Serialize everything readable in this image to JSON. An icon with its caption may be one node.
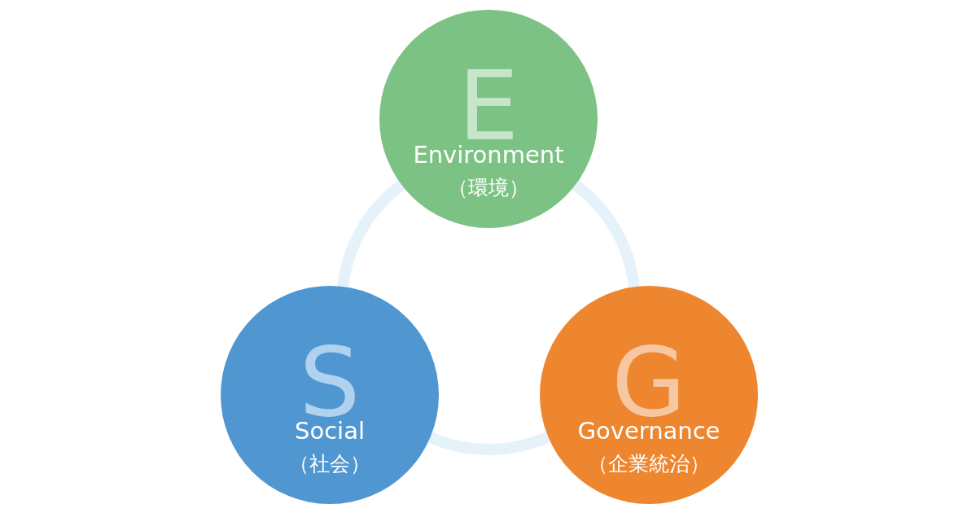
{
  "diagram": {
    "nodes": [
      {
        "text": [
          "E",
          "Environment",
          "（環境）"
        ]
      },
      {
        "text": [
          "S",
          "Social",
          "（社会）"
        ]
      },
      {
        "text": [
          "G",
          "Governance",
          "（企業統治）"
        ]
      }
    ],
    "edges": [
      {
        "from": 0,
        "to": 2,
        "arrow": "none"
      },
      {
        "from": 2,
        "to": 1,
        "arrow": "none"
      },
      {
        "from": 1,
        "to": 0,
        "arrow": "none"
      }
    ]
  }
}
